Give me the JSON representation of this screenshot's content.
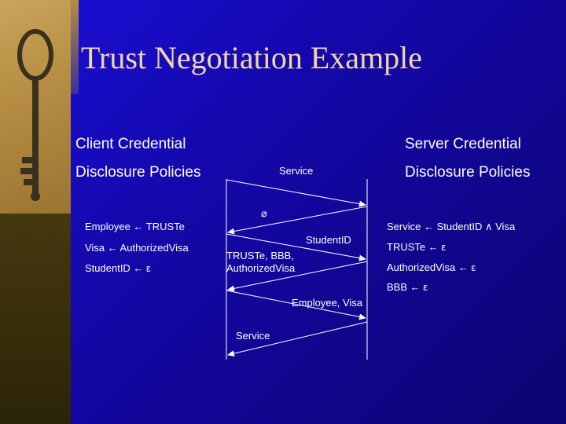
{
  "slide": {
    "title": "Trust Negotiation Example"
  },
  "client": {
    "heading_line1": "Client Credential",
    "heading_line2": "Disclosure Policies",
    "policies": [
      "Employee ← TRUSTe",
      "Visa ← AuthorizedVisa",
      "StudentID ← ε"
    ]
  },
  "server": {
    "heading_line1": "Server Credential",
    "heading_line2": "Disclosure Policies",
    "policies": [
      "Service ← StudentID ∧ Visa",
      "TRUSTe ← ε",
      "AuthorizedVisa ← ε",
      "BBB ← ε"
    ]
  },
  "messages": {
    "m1": "Service",
    "m2": "⌀",
    "m3": "StudentID",
    "m4_line1": "TRUSTe, BBB,",
    "m4_line2": "AuthorizedVisa",
    "m5": "Employee, Visa",
    "m6": "Service"
  },
  "colors": {
    "background": "#1408a8",
    "title": "#f2d6a6",
    "text": "#ffffff"
  }
}
